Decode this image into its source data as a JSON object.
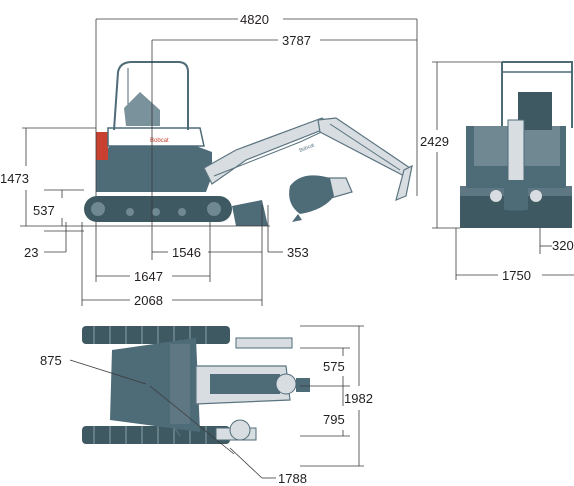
{
  "dimensions": {
    "overall_length": "4820",
    "length_from_center": "3787",
    "height_overall": "2429",
    "counterweight_height": "1473",
    "track_height": "537",
    "blade_clearance_below": "23",
    "center_to_blade": "1546",
    "blade_height": "353",
    "center_to_track_end": "1647",
    "track_length": "2068",
    "front_blade_partial": "320",
    "track_width": "1750",
    "tail_swing_radius": "875",
    "boom_offset_left": "575",
    "boom_offset_right": "795",
    "undercarriage_width": "1982",
    "swing_pivot_distance": "1788"
  },
  "brand_text": "Bobcat",
  "colors": {
    "machine_dark": "#4e6b78",
    "machine_light": "#d7dde0",
    "accent_red": "#c8402f",
    "dimension_line": "#3a3a3a"
  }
}
